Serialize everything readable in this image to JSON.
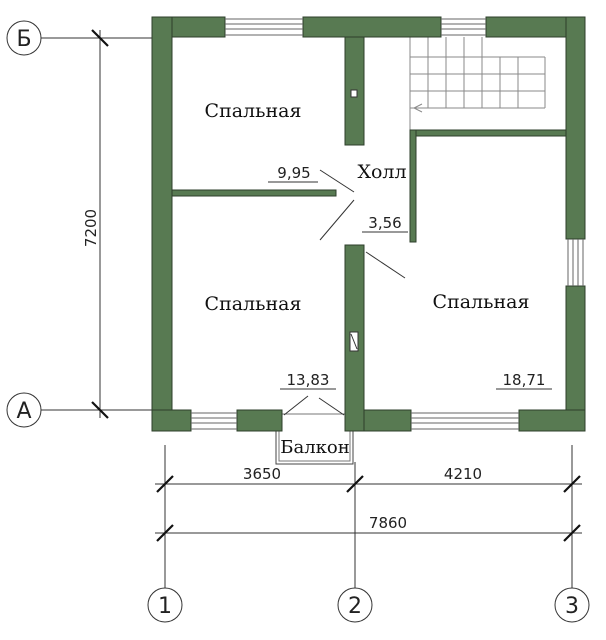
{
  "colors": {
    "wall": "#587a52",
    "wall_stroke": "#2e3f2b",
    "line": "#333333",
    "background": "#ffffff"
  },
  "rooms": {
    "bedroom_top_left": {
      "name": "Спальная",
      "area": "9,95"
    },
    "hall": {
      "name": "Холл",
      "area": "3,56"
    },
    "bedroom_bottom_left": {
      "name": "Спальная",
      "area": "13,83"
    },
    "bedroom_right": {
      "name": "Спальная",
      "area": "18,71"
    },
    "balcony": {
      "name": "Балкон"
    }
  },
  "dimensions": {
    "height_total": "7200",
    "width_left": "3650",
    "width_right": "4210",
    "width_total": "7860"
  },
  "axes": {
    "rows": [
      "Б",
      "А"
    ],
    "columns": [
      "1",
      "2",
      "3"
    ]
  }
}
